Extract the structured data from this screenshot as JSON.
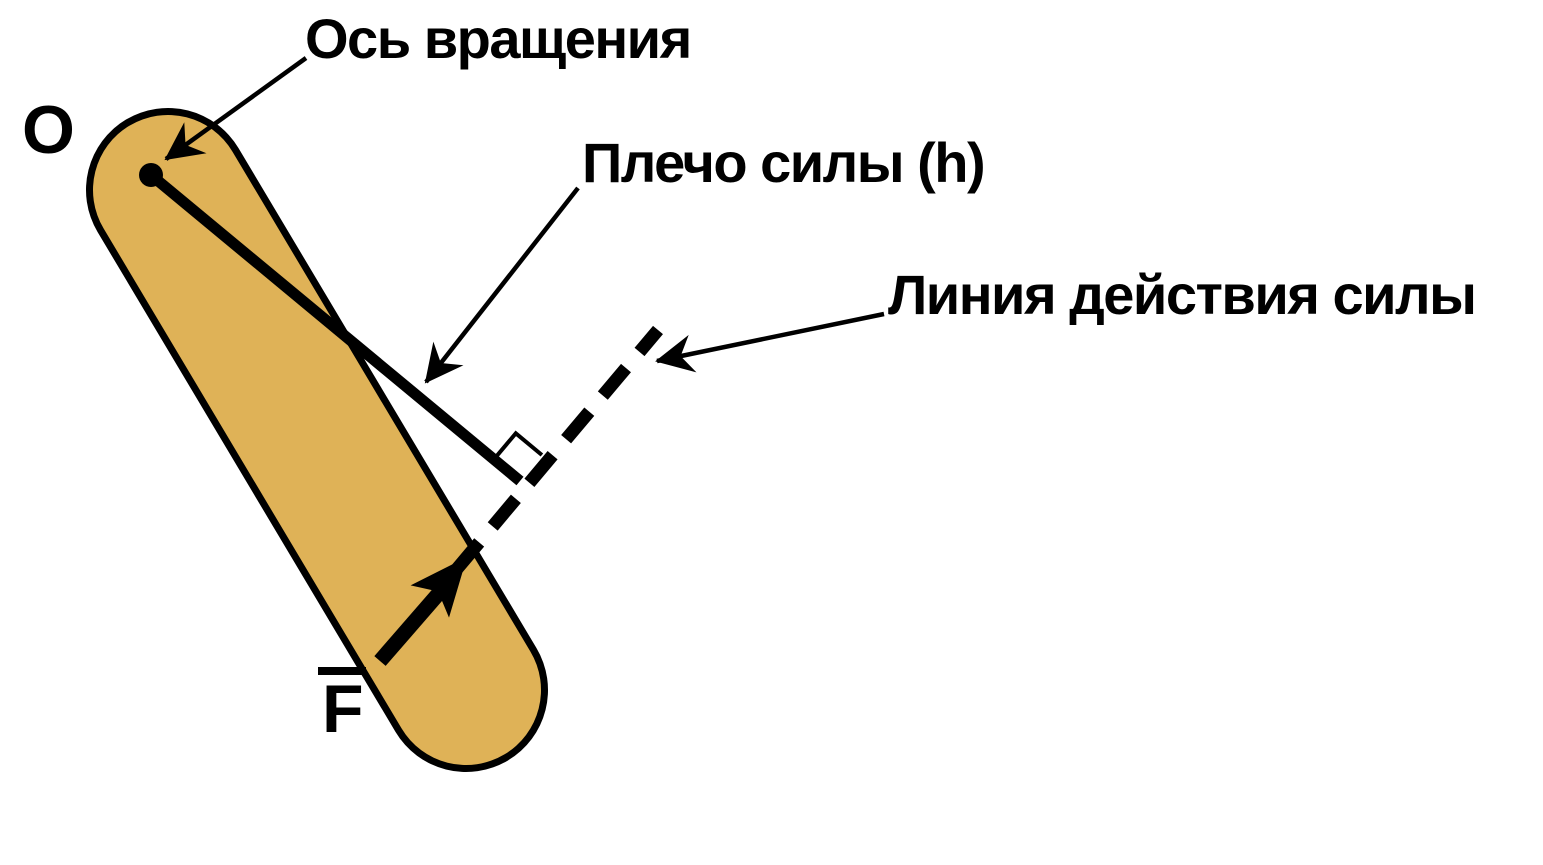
{
  "diagram": {
    "point_label": "O",
    "force_label": "F",
    "callouts": {
      "axis_of_rotation": "Ось вращения",
      "force_arm": "Плечо силы (h)",
      "line_of_action": "Линия действия силы"
    },
    "colors": {
      "rod_fill": "#DFB257",
      "ink": "#000000",
      "background": "#FFFFFF"
    }
  }
}
